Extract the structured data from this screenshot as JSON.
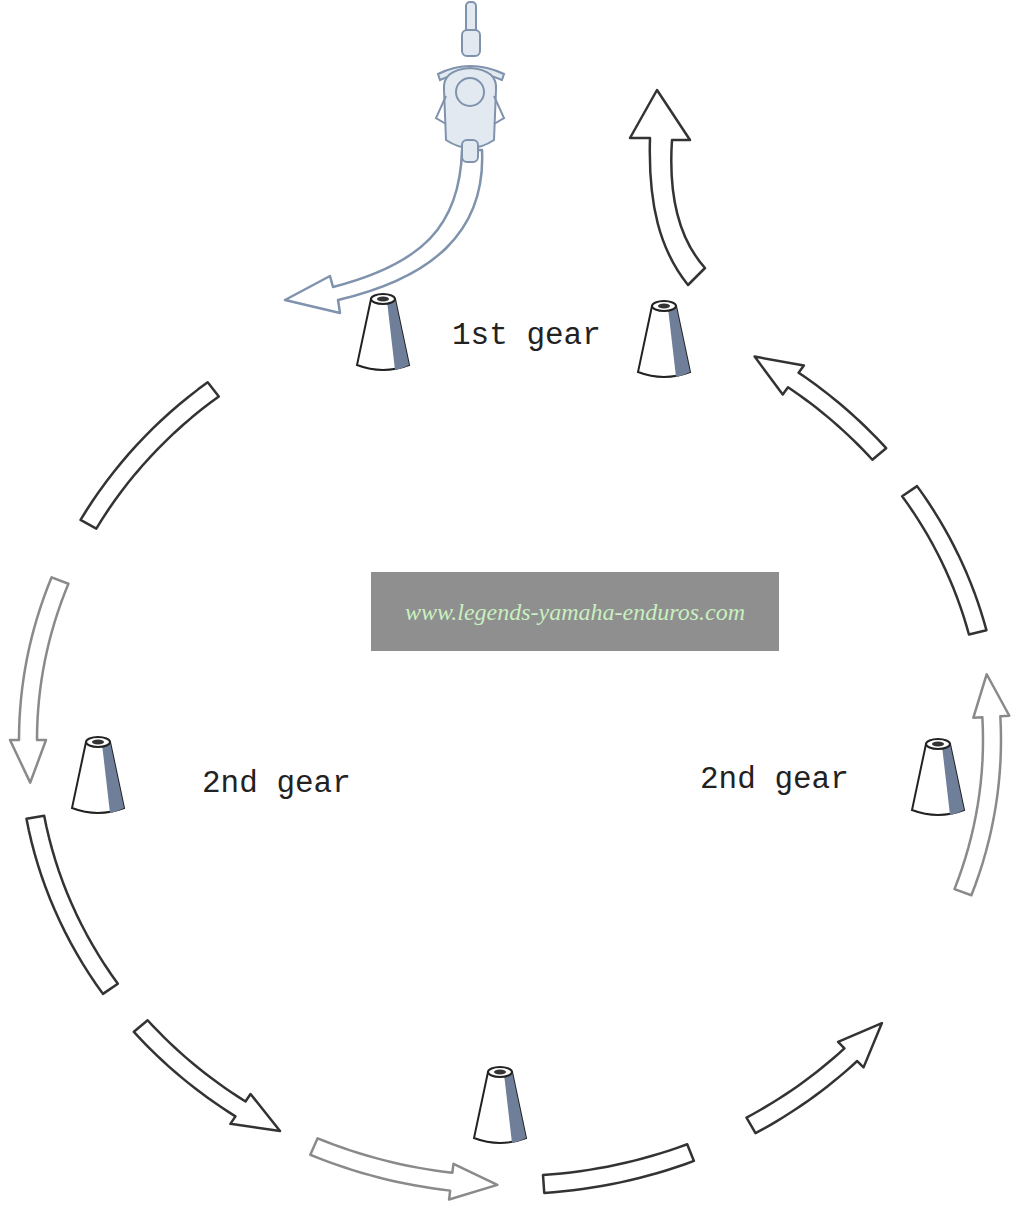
{
  "diagram": {
    "labels": [
      "1st gear",
      "2nd gear",
      "2nd gear",
      "www.legends-yamaha-enduros.com"
    ]
  }
}
